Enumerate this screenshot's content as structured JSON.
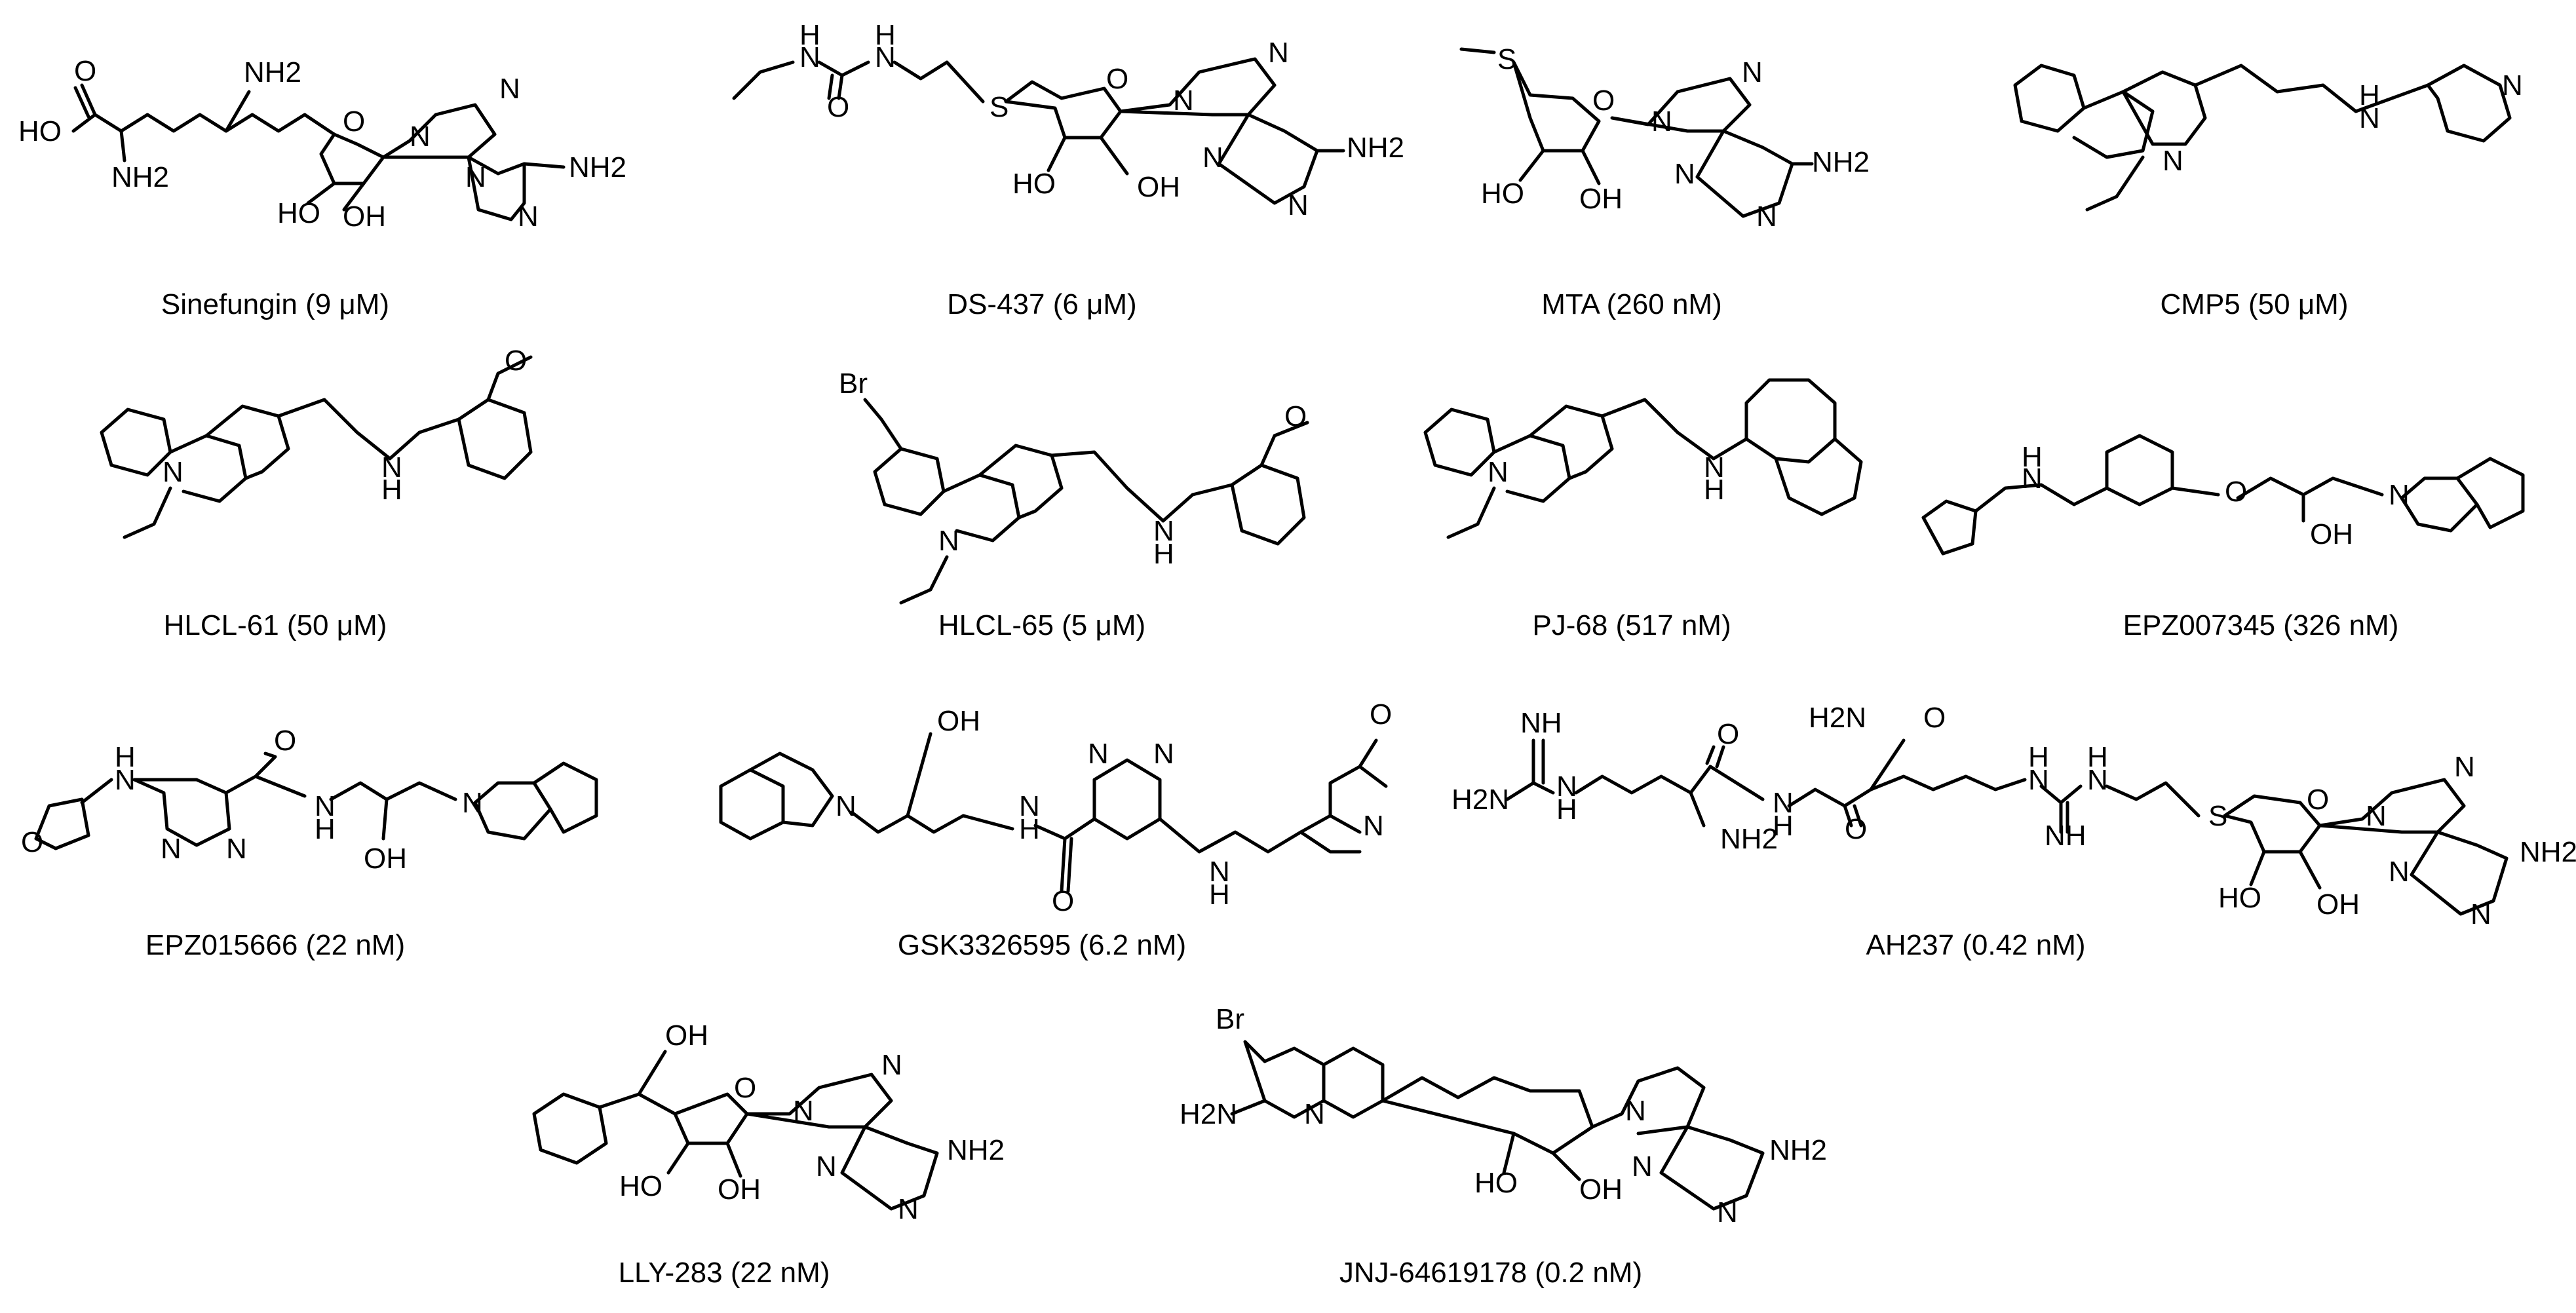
{
  "compounds": [
    {
      "label": "Sinefungin (9 μM)"
    },
    {
      "label": "DS-437 (6 μM)"
    },
    {
      "label": "MTA (260 nM)"
    },
    {
      "label": "CMP5 (50 μM)"
    },
    {
      "label": "HLCL-61 (50 μM)"
    },
    {
      "label": "HLCL-65 (5 μM)"
    },
    {
      "label": "PJ-68 (517 nM)"
    },
    {
      "label": "EPZ007345 (326 nM)"
    },
    {
      "label": "EPZ015666 (22 nM)"
    },
    {
      "label": "GSK3326595 (6.2 nM)"
    },
    {
      "label": "AH237 (0.42 nM)"
    },
    {
      "label": "LLY-283 (22 nM)"
    },
    {
      "label": "JNJ-64619178 (0.2 nM)"
    }
  ],
  "atom_labels": {
    "oh": "OH",
    "ho": "HO",
    "nh2": "NH2",
    "h2n": "H2N",
    "n": "N",
    "nh": "NH",
    "h": "H",
    "o": "O",
    "s": "S",
    "br": "Br",
    "h2n_amide": "H2N"
  }
}
